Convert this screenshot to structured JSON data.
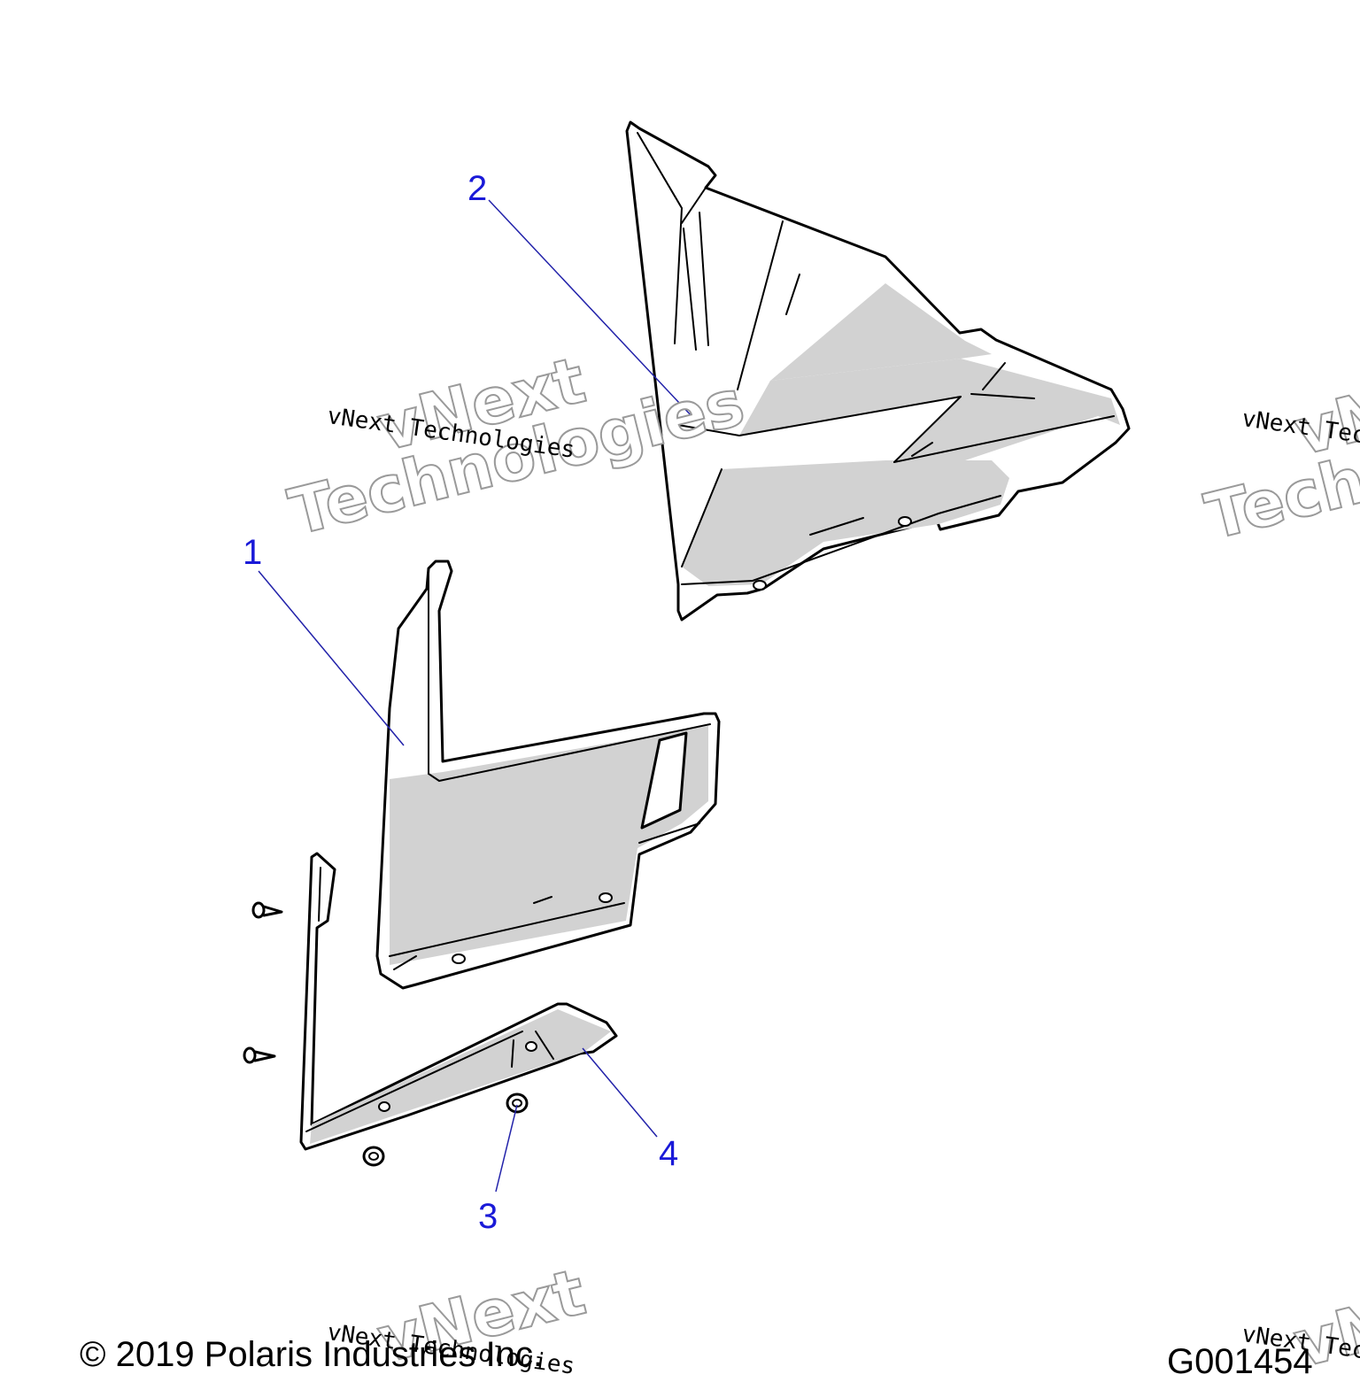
{
  "watermark": {
    "small_text": "vNext Technologies",
    "big_line1": "vNext",
    "big_line2": "Technologies"
  },
  "callouts": [
    {
      "number": "1"
    },
    {
      "number": "2"
    },
    {
      "number": "3"
    },
    {
      "number": "4"
    }
  ],
  "footer": {
    "copyright": "© 2019 Polaris Industries Inc.",
    "drawing_number": "G001454"
  }
}
